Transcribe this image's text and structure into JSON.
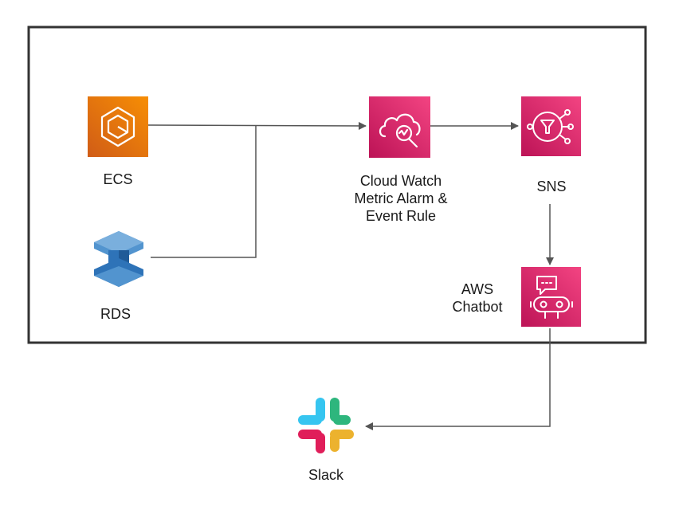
{
  "nodes": {
    "ecs": {
      "label": "ECS",
      "icon": "ecs-icon",
      "color_top": "#F78E04",
      "color_bottom": "#D05C17"
    },
    "rds": {
      "label": "RDS",
      "icon": "rds-icon",
      "color_light": "#5294CF",
      "color_dark": "#2E73B8"
    },
    "cloudwatch": {
      "label_lines": [
        "Cloud Watch",
        "Metric Alarm &",
        "Event Rule"
      ],
      "icon": "cloudwatch-icon",
      "color_top": "#F34482",
      "color_bottom": "#BC1356"
    },
    "sns": {
      "label": "SNS",
      "icon": "sns-icon",
      "color_top": "#F34482",
      "color_bottom": "#BC1356"
    },
    "chatbot": {
      "label_lines": [
        "AWS",
        "Chatbot"
      ],
      "icon": "chatbot-icon",
      "color_top": "#F34482",
      "color_bottom": "#BC1356"
    },
    "slack": {
      "label": "Slack",
      "icon": "slack-icon",
      "colors": [
        "#36C5F0",
        "#2EB67D",
        "#ECB22E",
        "#E01E5A"
      ]
    }
  },
  "edges": [
    {
      "from": "ecs",
      "to": "cloudwatch"
    },
    {
      "from": "rds",
      "to": "cloudwatch"
    },
    {
      "from": "cloudwatch",
      "to": "sns"
    },
    {
      "from": "sns",
      "to": "chatbot"
    },
    {
      "from": "chatbot",
      "to": "slack"
    }
  ],
  "colors": {
    "line": "#555555",
    "boundary": "#333333"
  }
}
